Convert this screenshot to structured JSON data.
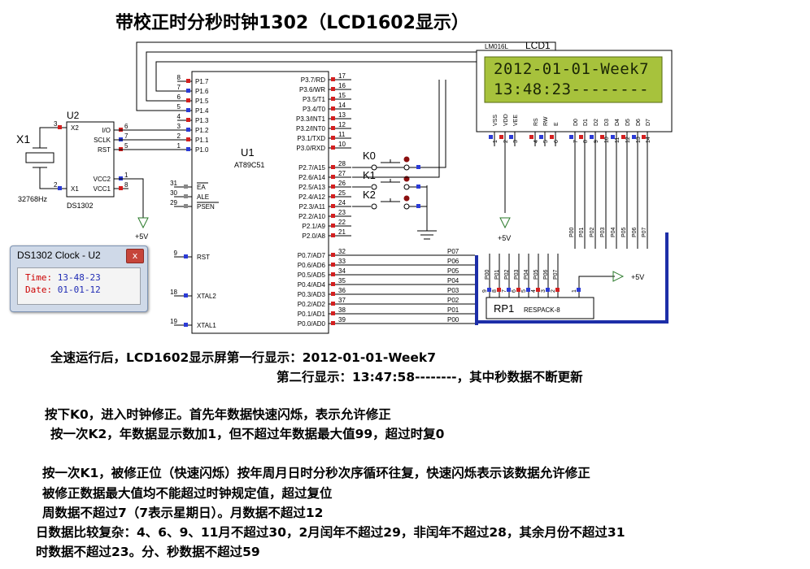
{
  "title": "带校正时分秒时钟1302（LCD1602显示）",
  "lcd": {
    "model": "LM016L",
    "ref": "LCD1",
    "line1": "2012-01-01-Week7",
    "line2": "13:48:23--------",
    "pin_labels": [
      "VSS",
      "VDD",
      "VEE",
      "RS",
      "RW",
      "E",
      "D0",
      "D1",
      "D2",
      "D3",
      "D4",
      "D5",
      "D6",
      "D7"
    ],
    "pin_numbers": [
      "1",
      "2",
      "3",
      "4",
      "5",
      "6",
      "7",
      "8",
      "9",
      "10",
      "11",
      "12",
      "13",
      "14"
    ],
    "colors": {
      "screen": "#a7c23c",
      "bezel": "#ffffff"
    }
  },
  "mcu": {
    "ref": "U1",
    "part": "AT89C51",
    "left_pins": [
      {
        "num": "8",
        "name": "P1.7"
      },
      {
        "num": "7",
        "name": "P1.6"
      },
      {
        "num": "6",
        "name": "P1.5"
      },
      {
        "num": "5",
        "name": "P1.4"
      },
      {
        "num": "4",
        "name": "P1.3"
      },
      {
        "num": "3",
        "name": "P1.2"
      },
      {
        "num": "2",
        "name": "P1.1"
      },
      {
        "num": "1",
        "name": "P1.0"
      }
    ],
    "right_top_pins": [
      {
        "num": "17",
        "name": "P3.7/RD"
      },
      {
        "num": "16",
        "name": "P3.6/WR"
      },
      {
        "num": "15",
        "name": "P3.5/T1"
      },
      {
        "num": "14",
        "name": "P3.4/T0"
      },
      {
        "num": "13",
        "name": "P3.3/INT1"
      },
      {
        "num": "12",
        "name": "P3.2/INT0"
      },
      {
        "num": "11",
        "name": "P3.1/TXD"
      },
      {
        "num": "10",
        "name": "P3.0/RXD"
      }
    ],
    "right_mid_pins": [
      {
        "num": "28",
        "name": "P2.7/A15"
      },
      {
        "num": "27",
        "name": "P2.6/A14"
      },
      {
        "num": "26",
        "name": "P2.5/A13"
      },
      {
        "num": "25",
        "name": "P2.4/A12"
      },
      {
        "num": "24",
        "name": "P2.3/A11"
      },
      {
        "num": "23",
        "name": "P2.2/A10"
      },
      {
        "num": "22",
        "name": "P2.1/A9"
      },
      {
        "num": "21",
        "name": "P2.0/A8"
      }
    ],
    "right_bot_pins": [
      {
        "num": "32",
        "name": "P0.7/AD7"
      },
      {
        "num": "33",
        "name": "P0.6/AD6"
      },
      {
        "num": "34",
        "name": "P0.5/AD5"
      },
      {
        "num": "35",
        "name": "P0.4/AD4"
      },
      {
        "num": "36",
        "name": "P0.3/AD3"
      },
      {
        "num": "37",
        "name": "P0.2/AD2"
      },
      {
        "num": "38",
        "name": "P0.1/AD1"
      },
      {
        "num": "39",
        "name": "P0.0/AD0"
      }
    ],
    "left_misc_pins": [
      {
        "num": "31",
        "name": "EA"
      },
      {
        "num": "30",
        "name": "ALE"
      },
      {
        "num": "29",
        "name": "PSEN"
      },
      {
        "num": "9",
        "name": "RST"
      },
      {
        "num": "18",
        "name": "XTAL2"
      },
      {
        "num": "19",
        "name": "XTAL1"
      }
    ],
    "bus_labels": [
      "P07",
      "P06",
      "P05",
      "P04",
      "P03",
      "P02",
      "P01",
      "P00"
    ]
  },
  "rtc": {
    "ref": "U2",
    "part": "DS1302",
    "crystal_ref": "X1",
    "crystal_freq": "32768Hz",
    "left_pin_names": [
      "X2",
      "X1"
    ],
    "left_pin_nums": [
      "3",
      "2"
    ],
    "right_pin_names": [
      "I/O",
      "SCLK",
      "RST",
      "VCC2",
      "VCC1"
    ],
    "right_pin_nums": [
      "6",
      "7",
      "5",
      "1",
      "8"
    ],
    "supply": "+5V"
  },
  "keys": [
    {
      "ref": "K0"
    },
    {
      "ref": "K1"
    },
    {
      "ref": "K2"
    }
  ],
  "respack": {
    "ref": "RP1",
    "part": "RESPACK-8",
    "pins": [
      "9",
      "8",
      "7",
      "6",
      "5",
      "4",
      "3",
      "2",
      "1"
    ],
    "nets": [
      "P00",
      "P01",
      "P02",
      "P03",
      "P04",
      "P05",
      "P06",
      "P07"
    ],
    "supply": "+5V"
  },
  "lcd_data_nets": [
    "P00",
    "P01",
    "P02",
    "P03",
    "P04",
    "P05",
    "P06",
    "P07"
  ],
  "supply_lcd": "+5V",
  "clock_window": {
    "title": "DS1302 Clock - U2",
    "close_glyph": "x",
    "time_label": "Time:",
    "time_value": "13-48-23",
    "date_label": "Date:",
    "date_value": "01-01-12"
  },
  "notes": [
    "全速运行后，LCD1602显示屏第一行显示：2012-01-01-Week7",
    "第二行显示：13:47:58--------，其中秒数据不断更新",
    "按下K0，进入时钟修正。首先年数据快速闪烁，表示允许修正",
    "按一次K2，年数据显示数加1，但不超过年数据最大值99，超过时复0",
    "按一次K1，被修正位（快速闪烁）按年周月日时分秒次序循环往复，快速闪烁表示该数据允许修正",
    "被修正数据最大值均不能超过时钟规定值，超过复位",
    "周数据不超过7（7表示星期日）。月数据不超过12",
    "日数据比较复杂：4、6、9、11月不超过30，2月闰年不超过29，非闰年不超过28，其余月份不超过31",
    "时数据不超过23。分、秒数据不超过59"
  ]
}
